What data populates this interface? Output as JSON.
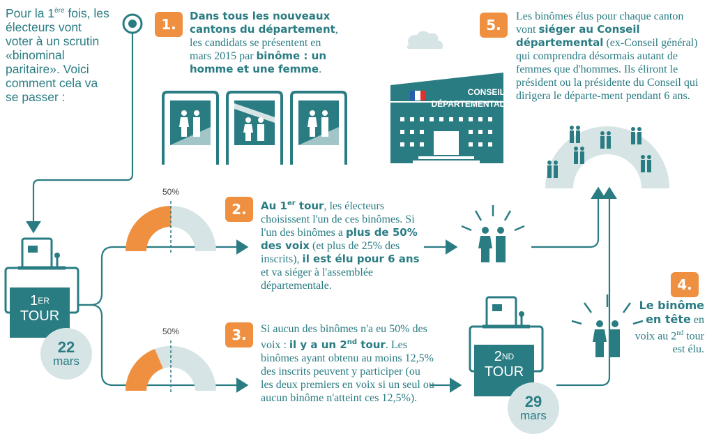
{
  "intro": {
    "part1": "Pour la 1",
    "sup": "ère",
    "part2": " fois, les électeurs vont voter à un scrutin «binominal paritaire». Voici comment cela va se passer :"
  },
  "step1": {
    "badge": "1.",
    "bold1": "Dans tous les nouveaux cantons du département",
    "text1": ", les candidats se présentent en mars 2015 par ",
    "bold2": "binôme : un homme et une femme",
    "text2": "."
  },
  "step2": {
    "badge": "2.",
    "bold1": "Au 1",
    "bold1_sup": "er",
    "bold1b": " tour",
    "text1": ", les électeurs choisissent l'un de ces binômes. Si l'un des binômes a ",
    "bold2": "plus de 50% des voix",
    "text2": " (et plus de 25% des inscrits), ",
    "bold3": "il est élu pour 6 ans",
    "text3": " et va siéger à l'assemblée départementale.",
    "pct": "50%"
  },
  "step3": {
    "badge": "3.",
    "text1": "Si aucun des binômes n'a eu 50% des voix : ",
    "bold1": "il y a un 2",
    "bold1_sup": "nd",
    "bold1b": " tour",
    "text2": ". Les binômes ayant obtenu au moins 12,5% des inscrits peuvent y participer (ou les deux premiers en voix si un seul ou aucun binôme n'atteint ces 12,5%).",
    "pct": "50%"
  },
  "step4": {
    "badge": "4.",
    "bold1": "Le binôme en tête",
    "text1": " en voix au 2",
    "sup": "nd",
    "text2": " tour est élu."
  },
  "step5": {
    "badge": "5.",
    "text1": "Les binômes élus pour chaque canton vont ",
    "bold1": "siéger au Conseil départemental",
    "text2": " (ex-Conseil général) qui comprendra désormais autant de femmes que d'hommes. Ils éliront le président ou la présidente du Conseil qui dirigera le départe-ment pendant 6 ans."
  },
  "building": {
    "line1": "CONSEIL",
    "line2": "DÉPARTEMENTAL"
  },
  "tour1": {
    "num": "1",
    "sup": "ER",
    "word": "TOUR",
    "day": "22",
    "month": "mars"
  },
  "tour2": {
    "num": "2",
    "sup": "ND",
    "word": "TOUR",
    "day": "29",
    "month": "mars"
  },
  "colors": {
    "teal": "#2a7c83",
    "orange": "#ef9040",
    "light": "#d6e4e6"
  }
}
